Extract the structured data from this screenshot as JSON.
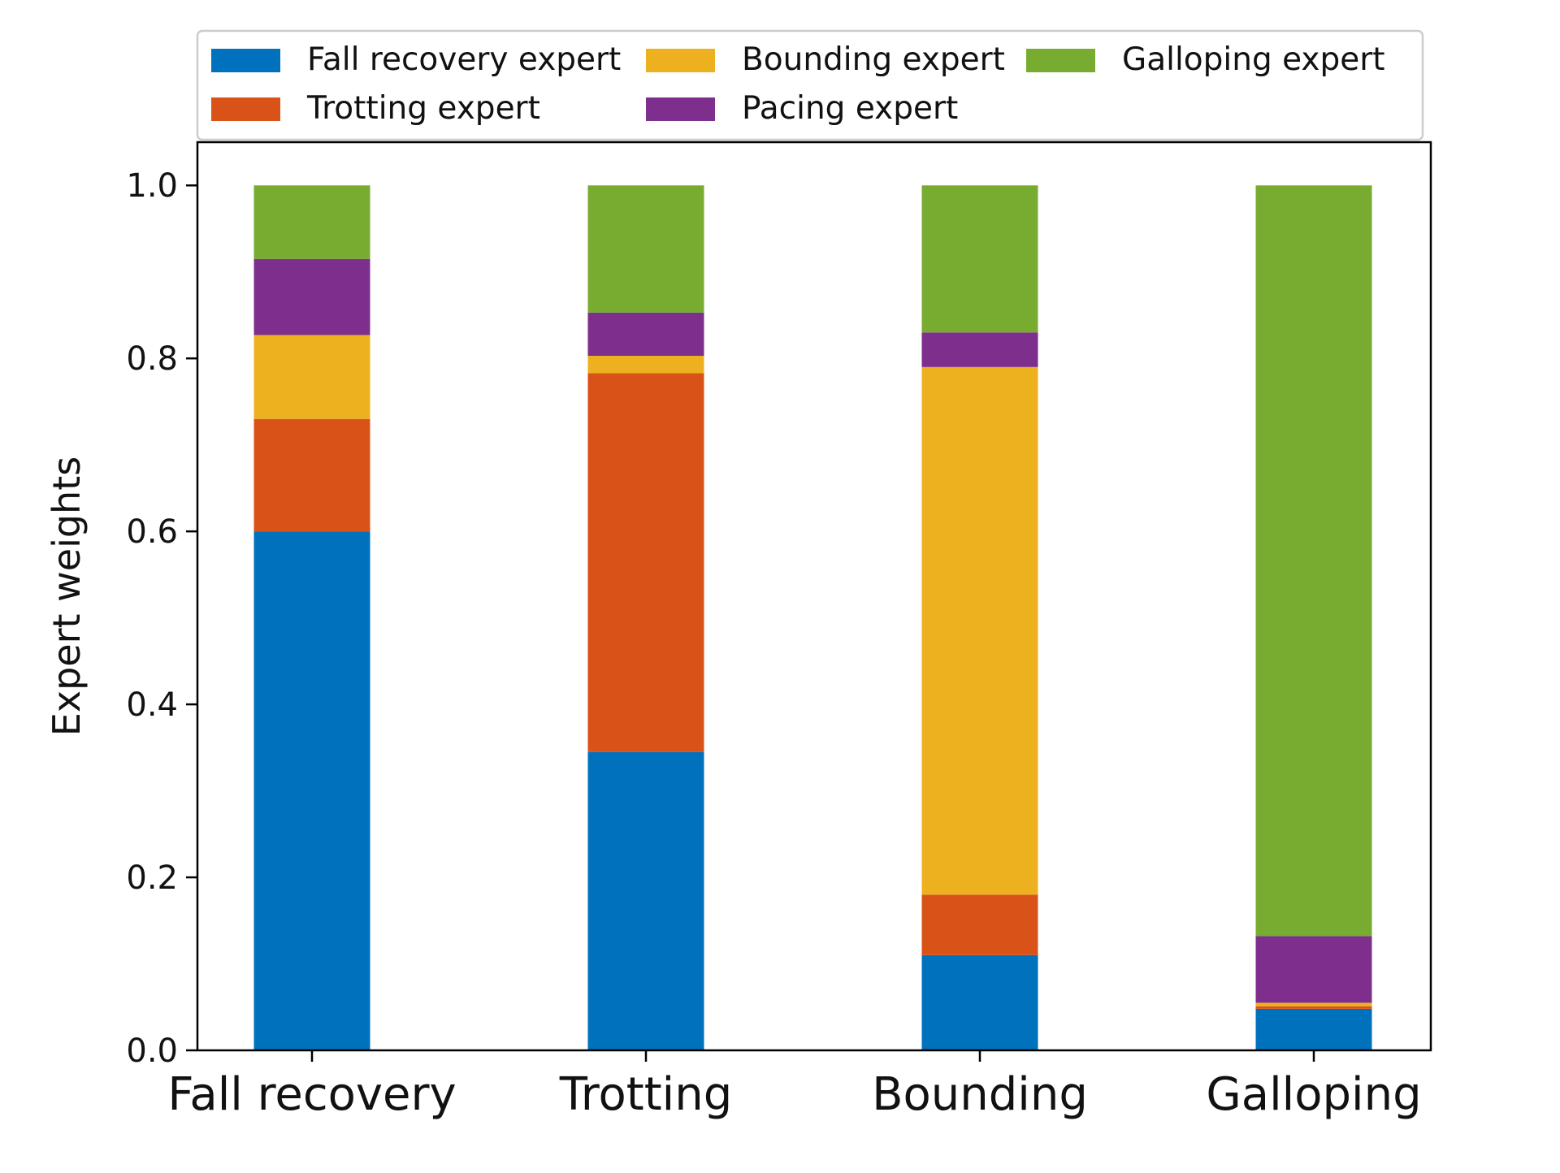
{
  "chart_data": {
    "type": "bar",
    "stacked": true,
    "categories": [
      "Fall recovery",
      "Trotting",
      "Bounding",
      "Galloping"
    ],
    "ylabel": "Expert weights",
    "xlabel": "",
    "ylim": [
      0,
      1.05
    ],
    "yticks": [
      "0.0",
      "0.2",
      "0.4",
      "0.6",
      "0.8",
      "1.0"
    ],
    "grid": false,
    "legend_position": "top",
    "series": [
      {
        "name": "Fall recovery expert",
        "color": "#0072BD",
        "values": [
          0.6,
          0.345,
          0.11,
          0.048
        ]
      },
      {
        "name": "Trotting expert",
        "color": "#D95319",
        "values": [
          0.13,
          0.438,
          0.07,
          0.003
        ]
      },
      {
        "name": "Bounding expert",
        "color": "#EDB120",
        "values": [
          0.097,
          0.02,
          0.61,
          0.004
        ]
      },
      {
        "name": "Pacing expert",
        "color": "#7E2F8E",
        "values": [
          0.088,
          0.05,
          0.04,
          0.077
        ]
      },
      {
        "name": "Galloping expert",
        "color": "#77AC30",
        "values": [
          0.085,
          0.147,
          0.17,
          0.868
        ]
      }
    ]
  }
}
